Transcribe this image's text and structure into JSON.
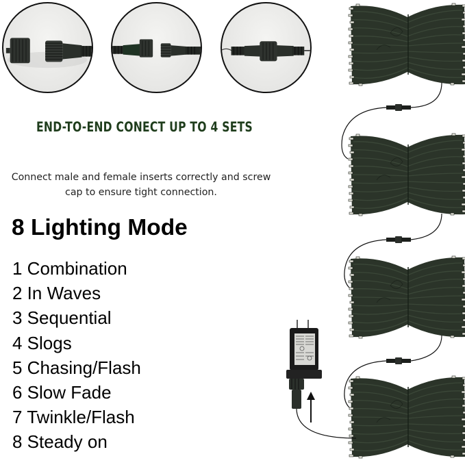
{
  "connector_steps": [
    {
      "label": "separated-male-female-connectors",
      "icon": "connector-unplugged-icon"
    },
    {
      "label": "aligning-connectors",
      "icon": "connector-aligning-icon"
    },
    {
      "label": "connected-screwed-connectors",
      "icon": "connector-joined-icon"
    }
  ],
  "headline": {
    "text": "END-TO-END CONECT UP TO 4 SETS",
    "color": "#1f3d1c"
  },
  "description": {
    "line1": "Connect male and female inserts correctly and screw",
    "line2": "cap to ensure tight connection."
  },
  "lighting_modes": {
    "title": "8 Lighting Mode",
    "items": [
      {
        "label": "1 Combination"
      },
      {
        "label": "2 In Waves"
      },
      {
        "label": "3 Sequential"
      },
      {
        "label": "4 Slogs"
      },
      {
        "label": "5 Chasing/Flash"
      },
      {
        "label": "6 Slow Fade"
      },
      {
        "label": "7 Twinkle/Flash"
      },
      {
        "label": "8 Steady on"
      }
    ]
  },
  "illustration": {
    "light_string_sets": 4,
    "wire_color": "#2a3528",
    "bulb_color": "#e8e8dc",
    "adapter_color": "#1a1a1a",
    "arrow_icon": "arrow-up-icon"
  }
}
